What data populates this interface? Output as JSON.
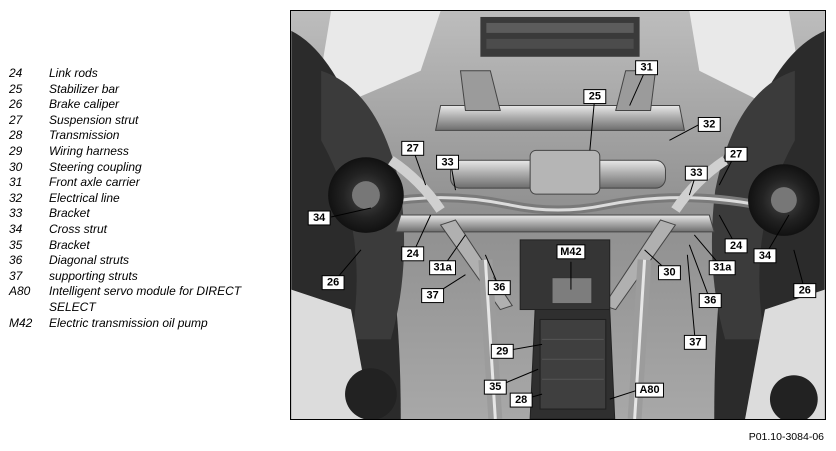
{
  "legend": [
    {
      "num": "24",
      "text": "Link rods"
    },
    {
      "num": "25",
      "text": "Stabilizer bar"
    },
    {
      "num": "26",
      "text": "Brake caliper"
    },
    {
      "num": "27",
      "text": "Suspension strut"
    },
    {
      "num": "28",
      "text": "Transmission"
    },
    {
      "num": "29",
      "text": "Wiring harness"
    },
    {
      "num": "30",
      "text": "Steering coupling"
    },
    {
      "num": "31",
      "text": "Front axle carrier"
    },
    {
      "num": "32",
      "text": "Electrical line"
    },
    {
      "num": "33",
      "text": "Bracket"
    },
    {
      "num": "34",
      "text": "Cross strut"
    },
    {
      "num": "35",
      "text": "Bracket"
    },
    {
      "num": "36",
      "text": "Diagonal struts"
    },
    {
      "num": "37",
      "text": "supporting struts"
    },
    {
      "num": "A80",
      "text": "Intelligent servo module for DIRECT SELECT"
    },
    {
      "num": "M42",
      "text": "Electric transmission oil pump"
    }
  ],
  "callouts": [
    "31",
    "25",
    "32",
    "27",
    "33",
    "27",
    "33",
    "34",
    "34",
    "24",
    "24",
    "31a",
    "31a",
    "M42",
    "26",
    "26",
    "36",
    "30",
    "37",
    "36",
    "37",
    "29",
    "35",
    "A80",
    "28"
  ],
  "doc_ref": "P01.10-3084-06"
}
